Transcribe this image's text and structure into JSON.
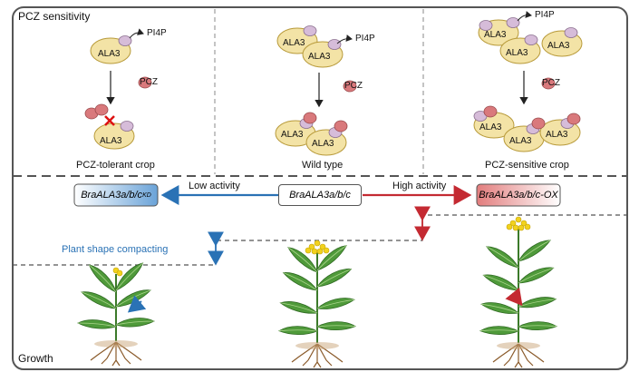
{
  "sections": {
    "top_title": "PCZ sensitivity",
    "bottom_title": "Growth"
  },
  "panels": [
    {
      "caption": "PCZ-tolerant crop"
    },
    {
      "caption": "Wild type"
    },
    {
      "caption": "PCZ-sensitive crop"
    }
  ],
  "labels": {
    "protein": "ALA3",
    "lipid": "PI4P",
    "drug": "PCZ"
  },
  "genes": {
    "center": "BraALA3a/b/c",
    "left": "BraALA3a/b/c",
    "left_sup": "KD",
    "right": "BraALA3a/b/c-OX"
  },
  "arrows": {
    "low": "Low activity",
    "high": "High activity"
  },
  "annotations": {
    "compact": "Plant shape compacting"
  },
  "colors": {
    "frame": "#555555",
    "protein_fill": "#f3e3a6",
    "protein_stroke": "#b89a3a",
    "lipid_fill": "#d6bcd9",
    "drug_fill": "#d9797c",
    "low_arrow": "#2a72b5",
    "high_arrow": "#c42a32",
    "leaf": "#4f9a3a",
    "flower": "#f2d21d",
    "root": "#8a5a2a"
  }
}
